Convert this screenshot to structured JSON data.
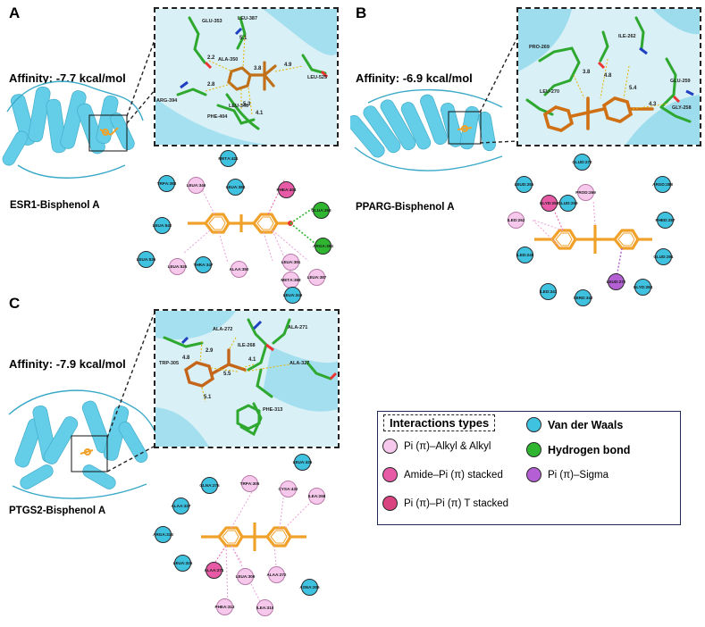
{
  "colors": {
    "van_der_waals": "#3fc2e0",
    "hydrogen_bond": "#2fb52f",
    "pi_alkyl": "#f6c8ec",
    "amide_pi": "#e75aa6",
    "pi_pi_t": "#d9437f",
    "pi_sigma": "#b45fd4",
    "ligand": "#f0a12a",
    "protein": "#5ccbe6"
  },
  "panels": {
    "A": {
      "letter": "A",
      "affinity": "Affinity: -7.7 kcal/mol",
      "complex": "ESR1-Bisphenol A",
      "zoom_labels": [
        "GLU-353",
        "LEU-387",
        "ALA-350",
        "LEU-525",
        "ARG-394",
        "LEU-346",
        "PHE-404"
      ],
      "distances": [
        "5.1",
        "2.2",
        "3.8",
        "4.9",
        "2.8",
        "5.3",
        "4.1"
      ],
      "residues": [
        {
          "id": "met421",
          "text": "MET A:421",
          "type": "van_der_waals"
        },
        {
          "id": "trp383",
          "text": "TRP A:383",
          "type": "van_der_waals"
        },
        {
          "id": "leu346",
          "text": "LEU A:346",
          "type": "pi_alkyl"
        },
        {
          "id": "leu384",
          "text": "LEU A:384",
          "type": "van_der_waals"
        },
        {
          "id": "phe404",
          "text": "PHE A:404",
          "type": "amide_pi"
        },
        {
          "id": "glu353",
          "text": "GLU A:353",
          "type": "hydrogen_bond"
        },
        {
          "id": "leu540",
          "text": "LEU A:540",
          "type": "van_der_waals"
        },
        {
          "id": "arg394",
          "text": "ARG A:394",
          "type": "hydrogen_bond"
        },
        {
          "id": "leu536",
          "text": "LEU A:536",
          "type": "van_der_waals"
        },
        {
          "id": "leu525",
          "text": "LEU A:525",
          "type": "pi_alkyl"
        },
        {
          "id": "thr347",
          "text": "THR A:347",
          "type": "van_der_waals"
        },
        {
          "id": "ala350",
          "text": "ALA A:350",
          "type": "pi_alkyl"
        },
        {
          "id": "leu391",
          "text": "LEU A:391",
          "type": "pi_alkyl"
        },
        {
          "id": "leu387",
          "text": "LEU A:387",
          "type": "pi_alkyl"
        },
        {
          "id": "met388",
          "text": "MET A:388",
          "type": "pi_alkyl"
        },
        {
          "id": "leu349",
          "text": "LEU A:349",
          "type": "van_der_waals"
        }
      ]
    },
    "B": {
      "letter": "B",
      "affinity": "Affinity: -6.9 kcal/mol",
      "complex": "PPARG-Bisphenol A",
      "zoom_labels": [
        "PRO-269",
        "ILE-262",
        "LEU-270",
        "GLU-259",
        "GLY-258"
      ],
      "distances": [
        "3.8",
        "4.8",
        "5.4",
        "4.3"
      ],
      "residues": [
        {
          "id": "glu272",
          "text": "GLU D:272",
          "type": "van_der_waals"
        },
        {
          "id": "leu255",
          "text": "LEU D:255",
          "type": "van_der_waals"
        },
        {
          "id": "gly258",
          "text": "GLY D:258",
          "type": "amide_pi"
        },
        {
          "id": "glu259",
          "text": "GLU D:259",
          "type": "van_der_waals"
        },
        {
          "id": "pro269",
          "text": "PRO D:269",
          "type": "pi_alkyl"
        },
        {
          "id": "arg288",
          "text": "ARG D:288",
          "type": "van_der_waals"
        },
        {
          "id": "ile262",
          "text": "ILE D:262",
          "type": "pi_alkyl"
        },
        {
          "id": "phe287",
          "text": "PHE D:287",
          "type": "van_der_waals"
        },
        {
          "id": "ile249",
          "text": "ILE D:249",
          "type": "van_der_waals"
        },
        {
          "id": "glu291",
          "text": "GLU D:291",
          "type": "van_der_waals"
        },
        {
          "id": "leu270",
          "text": "LEU D:270",
          "type": "pi_sigma"
        },
        {
          "id": "gly284",
          "text": "GLY D:284",
          "type": "van_der_waals"
        },
        {
          "id": "ile341",
          "text": "ILE D:341",
          "type": "van_der_waals"
        },
        {
          "id": "ser342",
          "text": "SER D:342",
          "type": "van_der_waals"
        }
      ]
    },
    "C": {
      "letter": "C",
      "affinity": "Affinity: -7.9 kcal/mol",
      "complex": "PTGS2-Bisphenol A",
      "zoom_labels": [
        "ALA-272",
        "ALA-271",
        "TRP-305",
        "ILE-268",
        "ALA-327",
        "PHE-313"
      ],
      "distances": [
        "2.9",
        "4.8",
        "4.1",
        "5.5",
        "5.1"
      ],
      "residues": [
        {
          "id": "leu436",
          "text": "LEU A:436",
          "type": "van_der_waals"
        },
        {
          "id": "gln275",
          "text": "GLN A:275",
          "type": "van_der_waals"
        },
        {
          "id": "trp305",
          "text": "TRP A:305",
          "type": "pi_alkyl"
        },
        {
          "id": "cys432",
          "text": "CYS A:432",
          "type": "pi_alkyl"
        },
        {
          "id": "ala327",
          "text": "ALA A:327",
          "type": "van_der_waals"
        },
        {
          "id": "ile268",
          "text": "ILE A:268",
          "type": "pi_alkyl"
        },
        {
          "id": "arg316",
          "text": "ARG A:316",
          "type": "van_der_waals"
        },
        {
          "id": "leu326",
          "text": "LEU A:326",
          "type": "van_der_waals"
        },
        {
          "id": "ala271",
          "text": "ALA A:271",
          "type": "amide_pi"
        },
        {
          "id": "leu309",
          "text": "LEU A:309",
          "type": "pi_alkyl"
        },
        {
          "id": "ala272",
          "text": "ALA A:272",
          "type": "pi_alkyl"
        },
        {
          "id": "asn306",
          "text": "ASN A:306",
          "type": "van_der_waals"
        },
        {
          "id": "phe313",
          "text": "PHE A:313",
          "type": "pi_alkyl"
        },
        {
          "id": "ile310",
          "text": "ILE A:310",
          "type": "pi_alkyl"
        }
      ]
    }
  },
  "legend": {
    "title": "Interactions types",
    "items": [
      {
        "label": "Pi (π)–Alkyl & Alkyl",
        "type": "pi_alkyl"
      },
      {
        "label": "Van der Waals",
        "type": "van_der_waals"
      },
      {
        "label": "Hydrogen bond",
        "type": "hydrogen_bond"
      },
      {
        "label": "Amide–Pi (π)  stacked",
        "type": "amide_pi"
      },
      {
        "label": "Pi (π)–Sigma",
        "type": "pi_sigma"
      },
      {
        "label": "Pi (π)–Pi (π)  T stacked",
        "type": "pi_pi_t"
      }
    ]
  }
}
